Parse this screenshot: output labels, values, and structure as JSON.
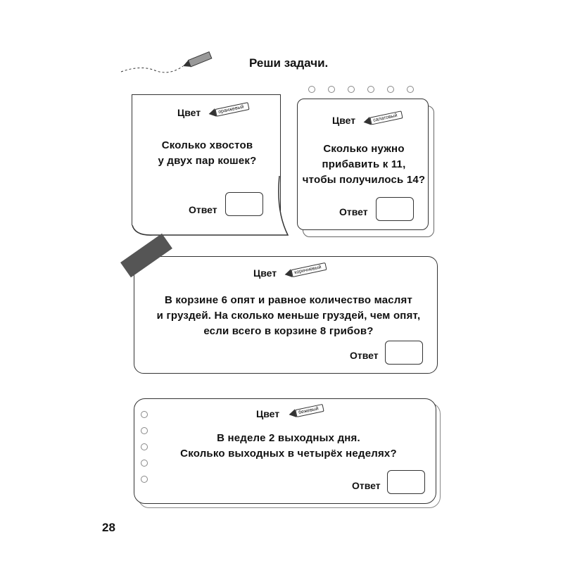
{
  "title": "Реши задачи.",
  "page_number": "28",
  "color_label": "Цвет",
  "answer_label": "Ответ",
  "tasks": [
    {
      "color": "оранжевый",
      "question": [
        "Сколько хвостов",
        "у двух пар кошек?"
      ]
    },
    {
      "color": "салатовый",
      "question": [
        "Сколько нужно",
        "прибавить к 11,",
        "чтобы получилось 14?"
      ]
    },
    {
      "color": "коричневый",
      "question": [
        "В корзине 6 опят и равное количество маслят",
        "и груздей. На сколько меньше груздей, чем опят,",
        "если всего в корзине 8 грибов?"
      ]
    },
    {
      "color": "бежевый",
      "question": [
        "В неделе 2 выходных дня.",
        "Сколько выходных в четырёх неделях?"
      ]
    }
  ]
}
